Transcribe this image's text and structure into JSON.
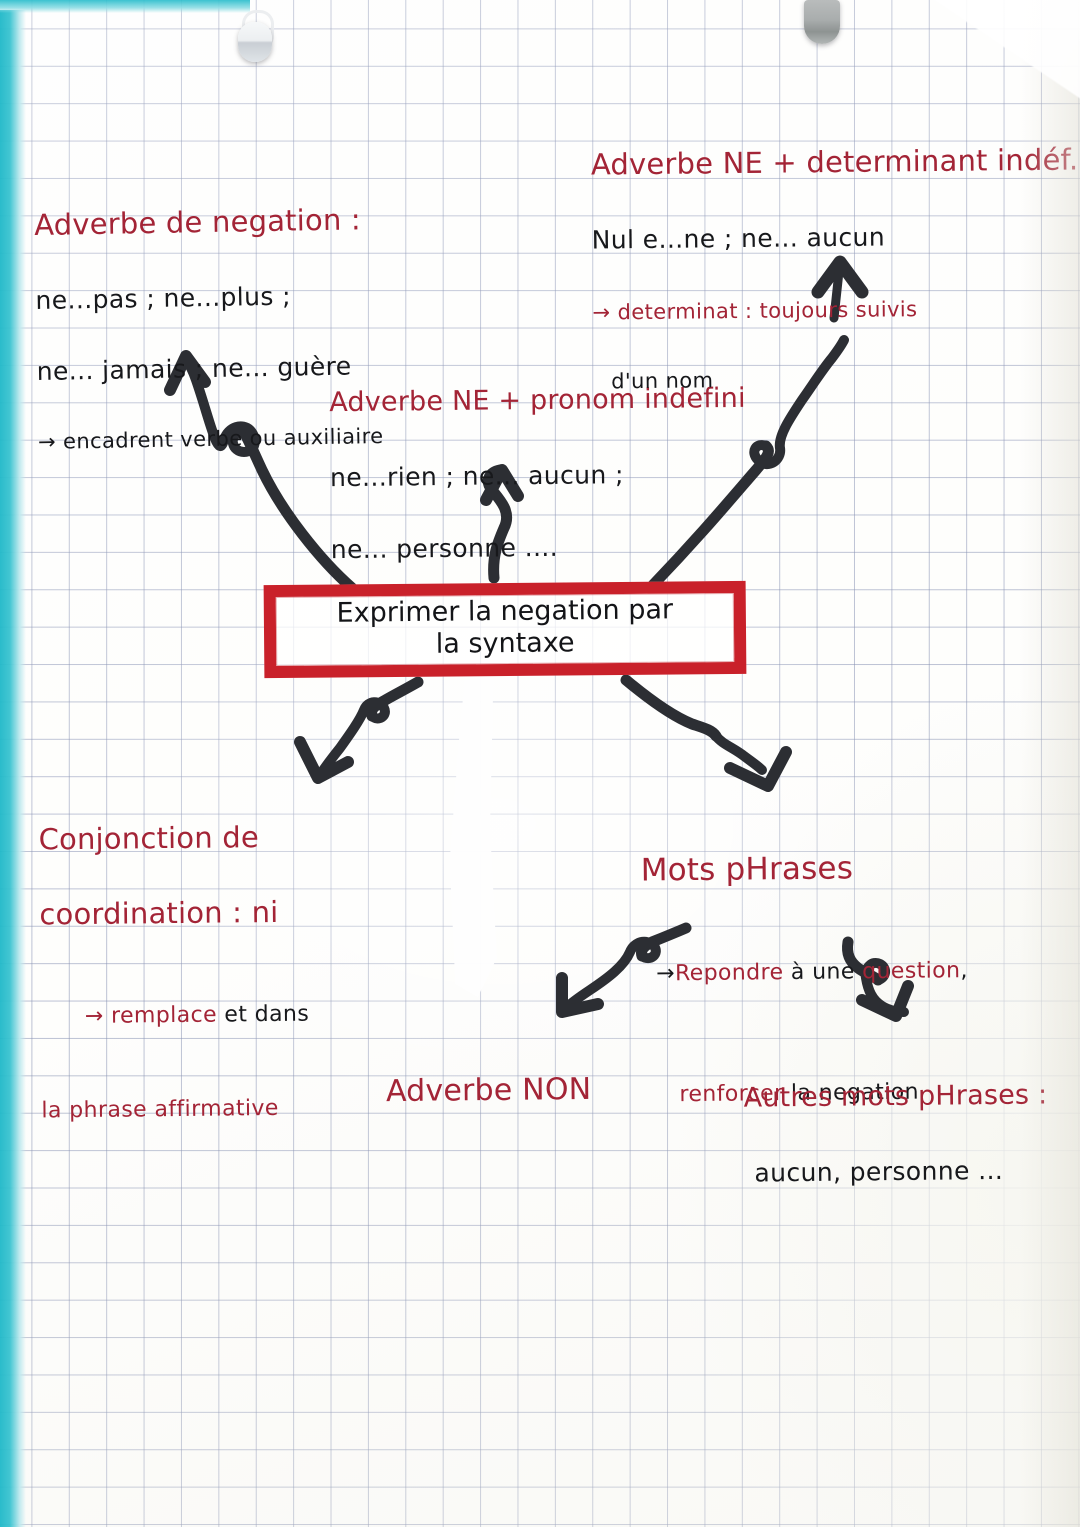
{
  "page": {
    "medium": "squared notebook paper",
    "ink_colors": {
      "red": "#a32436",
      "black": "#17181b",
      "marker_red": "#c9212a",
      "binder_teal": "#1fb8c8"
    }
  },
  "center": {
    "label": "Exprimer la negation par\nla syntaxe"
  },
  "branches": {
    "adverbe_negation": {
      "title": "Adverbe de negation :",
      "line1": "ne...pas ; ne...plus ;",
      "line2": "ne... jamais ; ne... guère",
      "line3": "→ encadrent verbe ou auxiliaire"
    },
    "ne_pronom_indefini": {
      "title": "Adverbe NE + pronom indefini",
      "line1": "ne...rien ; ne... aucun ;",
      "line2": "ne... personne ...."
    },
    "ne_determinant_indefini": {
      "title": "Adverbe NE + determinant indéf.",
      "line1": "Nul e...ne ; ne... aucun",
      "line2": "→ determinat : toujours suivis",
      "line3": "d'un nom"
    },
    "conjonction": {
      "title_line1": "Conjonction de",
      "title_line2": "coordination : ni",
      "line1_pre": "→ remplace ",
      "line1_em": "et",
      "line1_post": " dans",
      "line2": "la phrase affirmative"
    },
    "mots_phrases": {
      "title": "Mots pHrases",
      "line1_arrow": "→",
      "line1_red": "Repondre",
      "line1_black": " à une ",
      "line1_red2": "question",
      "line1_tail": ",",
      "line2_red": "renforcer",
      "line2_black": " la negation"
    },
    "adverbe_non": {
      "label": "Adverbe NON"
    },
    "autres_mots_phrases": {
      "title": "Autres mots pHrases :",
      "line1": "aucun, personne ..."
    }
  },
  "icons": {
    "clip_top_left": "binder-clip-icon",
    "clip_top_right": "binder-clip-icon"
  }
}
